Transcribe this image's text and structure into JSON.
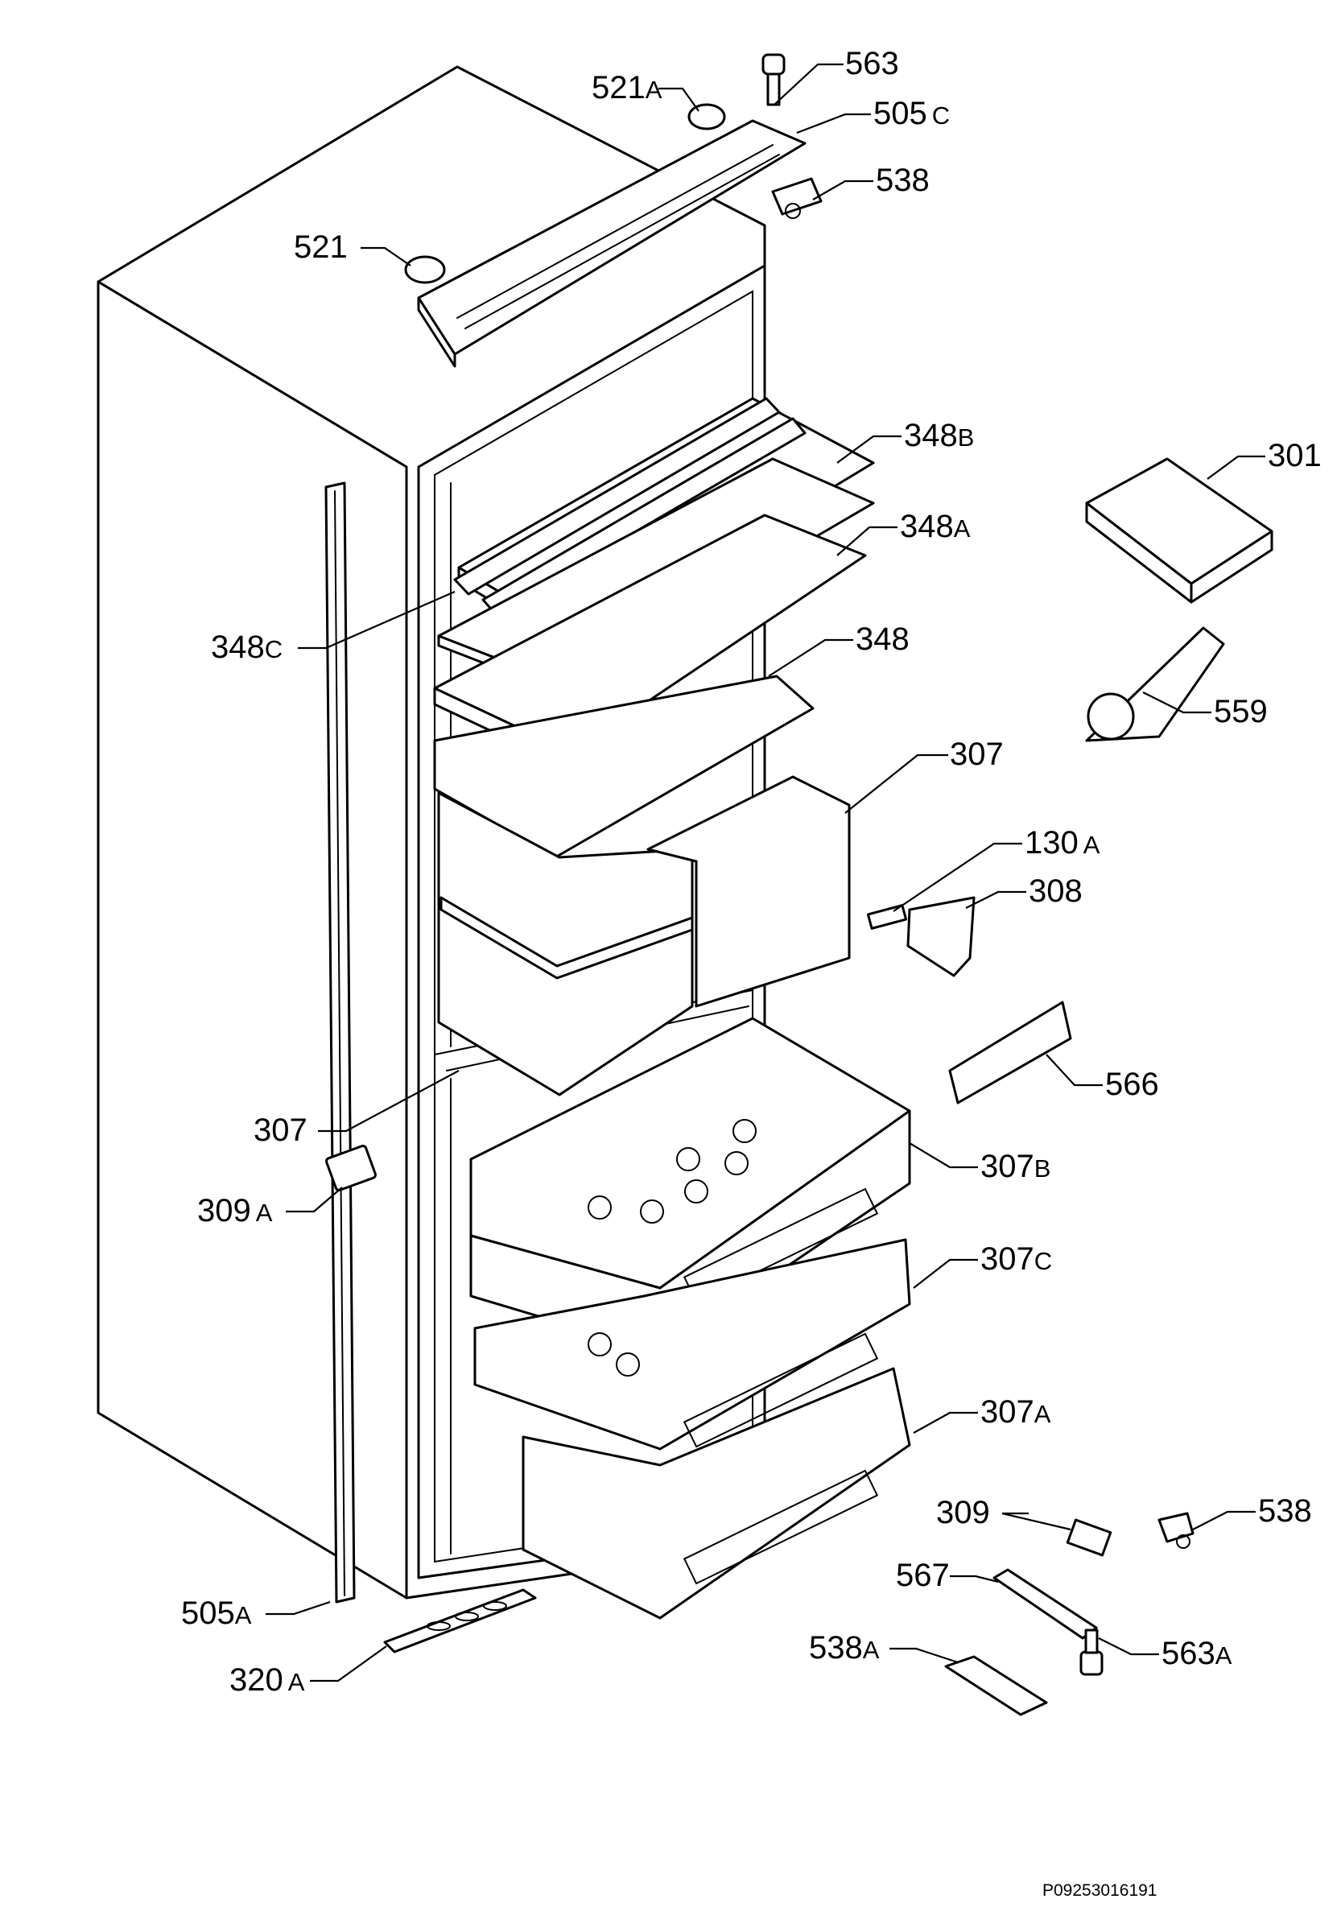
{
  "diagram": {
    "reference": "P09253016191",
    "callouts": [
      {
        "id": "c563",
        "num": "563",
        "suffix": ""
      },
      {
        "id": "c521a",
        "num": "521",
        "suffix": "A"
      },
      {
        "id": "c505c",
        "num": "505",
        "suffix": "C"
      },
      {
        "id": "c538t",
        "num": "538",
        "suffix": ""
      },
      {
        "id": "c521",
        "num": "521",
        "suffix": ""
      },
      {
        "id": "c348b",
        "num": "348",
        "suffix": "B"
      },
      {
        "id": "c301",
        "num": "301",
        "suffix": ""
      },
      {
        "id": "c348a",
        "num": "348",
        "suffix": "A"
      },
      {
        "id": "c348c",
        "num": "348",
        "suffix": "C"
      },
      {
        "id": "c348",
        "num": "348",
        "suffix": ""
      },
      {
        "id": "c559",
        "num": "559",
        "suffix": ""
      },
      {
        "id": "c307u",
        "num": "307",
        "suffix": ""
      },
      {
        "id": "c130a",
        "num": "130",
        "suffix": "A"
      },
      {
        "id": "c308",
        "num": "308",
        "suffix": ""
      },
      {
        "id": "c566",
        "num": "566",
        "suffix": ""
      },
      {
        "id": "c307l",
        "num": "307",
        "suffix": ""
      },
      {
        "id": "c307b",
        "num": "307",
        "suffix": "B"
      },
      {
        "id": "c309a",
        "num": "309",
        "suffix": "A"
      },
      {
        "id": "c307c",
        "num": "307",
        "suffix": "C"
      },
      {
        "id": "c307a",
        "num": "307",
        "suffix": "A"
      },
      {
        "id": "c309",
        "num": "309",
        "suffix": ""
      },
      {
        "id": "c538b",
        "num": "538",
        "suffix": ""
      },
      {
        "id": "c567",
        "num": "567",
        "suffix": ""
      },
      {
        "id": "c505a",
        "num": "505",
        "suffix": "A"
      },
      {
        "id": "c538a",
        "num": "538",
        "suffix": "A"
      },
      {
        "id": "c563a",
        "num": "563",
        "suffix": "A"
      },
      {
        "id": "c320a",
        "num": "320",
        "suffix": "A"
      }
    ]
  }
}
